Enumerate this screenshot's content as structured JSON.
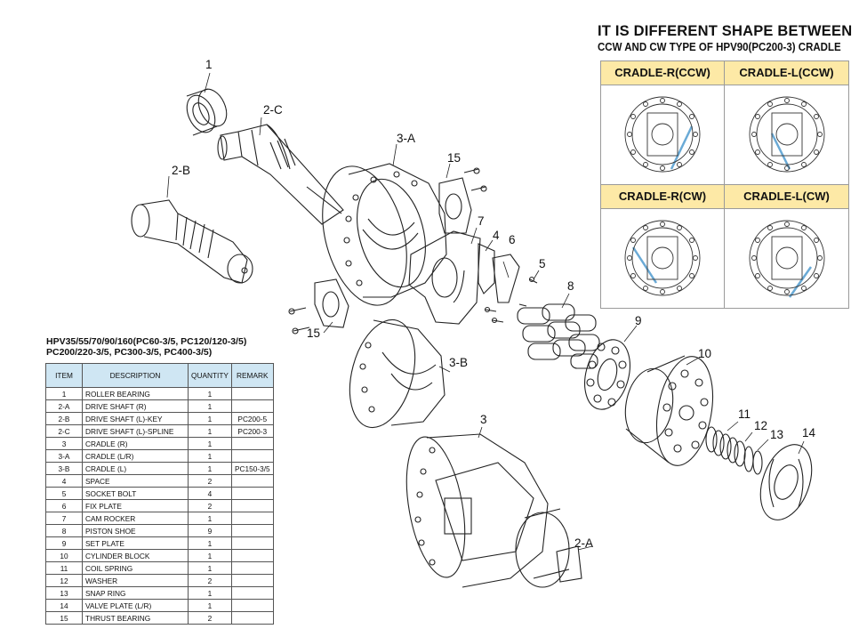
{
  "heading": {
    "line1": "IT IS DIFFERENT SHAPE BETWEEN",
    "line2": "CCW AND CW TYPE OF HPV90(PC200-3) CRADLE"
  },
  "cradle_types": [
    {
      "label": "CRADLE-R(CCW)"
    },
    {
      "label": "CRADLE-L(CCW)"
    },
    {
      "label": "CRADLE-R(CW)"
    },
    {
      "label": "CRADLE-L(CW)"
    }
  ],
  "models": {
    "line1": "HPV35/55/70/90/160(PC60-3/5, PC120/120-3/5)",
    "line2": "PC200/220-3/5, PC300-3/5, PC400-3/5)"
  },
  "table": {
    "headers": {
      "item": "ITEM",
      "description": "DESCRIPTION",
      "quantity": "QUANTITY",
      "remark": "REMARK"
    },
    "rows": [
      {
        "item": "1",
        "description": "ROLLER BEARING",
        "quantity": "1",
        "remark": ""
      },
      {
        "item": "2-A",
        "description": "DRIVE SHAFT (R)",
        "quantity": "1",
        "remark": ""
      },
      {
        "item": "2-B",
        "description": "DRIVE SHAFT (L)-KEY",
        "quantity": "1",
        "remark": "PC200-5"
      },
      {
        "item": "2-C",
        "description": "DRIVE SHAFT (L)-SPLINE",
        "quantity": "1",
        "remark": "PC200-3"
      },
      {
        "item": "3",
        "description": "CRADLE (R)",
        "quantity": "1",
        "remark": ""
      },
      {
        "item": "3-A",
        "description": "CRADLE (L/R)",
        "quantity": "1",
        "remark": ""
      },
      {
        "item": "3-B",
        "description": "CRADLE (L)",
        "quantity": "1",
        "remark": "PC150-3/5"
      },
      {
        "item": "4",
        "description": "SPACE",
        "quantity": "2",
        "remark": ""
      },
      {
        "item": "5",
        "description": "SOCKET BOLT",
        "quantity": "4",
        "remark": ""
      },
      {
        "item": "6",
        "description": "FIX PLATE",
        "quantity": "2",
        "remark": ""
      },
      {
        "item": "7",
        "description": "CAM ROCKER",
        "quantity": "1",
        "remark": ""
      },
      {
        "item": "8",
        "description": "PISTON SHOE",
        "quantity": "9",
        "remark": ""
      },
      {
        "item": "9",
        "description": "SET PLATE",
        "quantity": "1",
        "remark": ""
      },
      {
        "item": "10",
        "description": "CYLINDER BLOCK",
        "quantity": "1",
        "remark": ""
      },
      {
        "item": "11",
        "description": "COIL SPRING",
        "quantity": "1",
        "remark": ""
      },
      {
        "item": "12",
        "description": "WASHER",
        "quantity": "2",
        "remark": ""
      },
      {
        "item": "13",
        "description": "SNAP RING",
        "quantity": "1",
        "remark": ""
      },
      {
        "item": "14",
        "description": "VALVE PLATE (L/R)",
        "quantity": "1",
        "remark": ""
      },
      {
        "item": "15",
        "description": "THRUST BEARING",
        "quantity": "2",
        "remark": ""
      }
    ]
  },
  "callouts": {
    "c1": "1",
    "c2c": "2-C",
    "c2b": "2-B",
    "c3a": "3-A",
    "c15a": "15",
    "c7": "7",
    "c4": "4",
    "c6": "6",
    "c5": "5",
    "c8": "8",
    "c15b": "15",
    "c9": "9",
    "c3b": "3-B",
    "c10": "10",
    "c3": "3",
    "c11": "11",
    "c12": "12",
    "c13": "13",
    "c14": "14",
    "c2a": "2-A"
  },
  "colors": {
    "cradle_header": "#fde9a6",
    "table_header": "#cfe6f3",
    "highlight_line": "#6aaad6"
  }
}
